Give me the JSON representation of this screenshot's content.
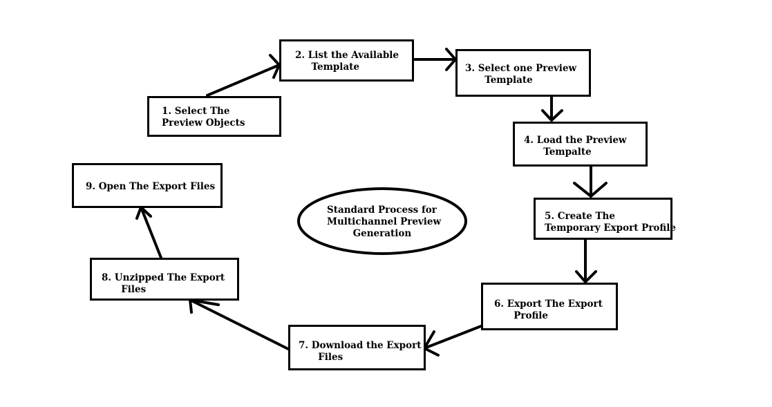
{
  "diagram": {
    "center_label": "Standard Process for\nMultichannel Preview\n        Generation",
    "steps": [
      {
        "id": 1,
        "label": "1. Select The\nPreview Objects"
      },
      {
        "id": 2,
        "label": "2. List the Available\n     Template"
      },
      {
        "id": 3,
        "label": "3. Select one Preview\n      Template"
      },
      {
        "id": 4,
        "label": "4. Load the Preview\n      Tempalte"
      },
      {
        "id": 5,
        "label": "5. Create The\nTemporary Export Profile"
      },
      {
        "id": 6,
        "label": "6. Export The Export\n      Profile"
      },
      {
        "id": 7,
        "label": "7. Download the Export\n      Files"
      },
      {
        "id": 8,
        "label": "8. Unzipped The Export\n      Files"
      },
      {
        "id": 9,
        "label": "9. Open The Export Files"
      }
    ],
    "colors": {
      "stroke": "#000000",
      "background": "#ffffff"
    }
  }
}
